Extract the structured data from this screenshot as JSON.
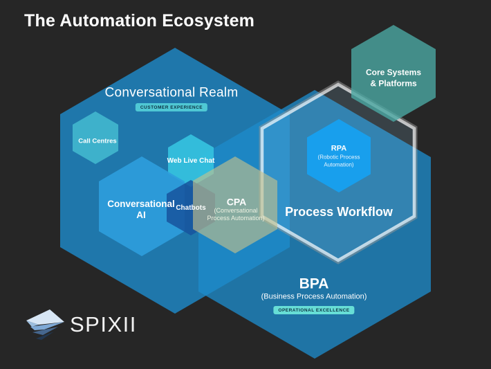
{
  "title": "The Automation Ecosystem",
  "logo": {
    "text": "SPIXII"
  },
  "colors": {
    "background": "#262626",
    "realm_blue": "#1e8ac9",
    "bpa_blue": "#1e8ac9",
    "workflow_fill": "#9ed4f5",
    "workflow_border": "#ffffff",
    "workflow_border_outer": "#9a9a9a",
    "rpa_blue": "#17a0f0",
    "core_teal": "#4ba7a3",
    "call_centres_teal": "#41b6cd",
    "web_live_chat_cyan": "#35c3e0",
    "conversational_ai_blue": "#2d9ddd",
    "chatbots_blue": "#17549e",
    "cpa_olive": "#c6c28a",
    "badge_customer_bg": "#4fc8d4",
    "badge_operational_bg": "#67ded6",
    "badge_text": "#0d3142"
  },
  "nodes": {
    "conversational_realm": {
      "label": "Conversational Realm",
      "badge": "CUSTOMER EXPERIENCE"
    },
    "call_centres": {
      "label": "Call Centres"
    },
    "web_live_chat": {
      "label": "Web Live Chat"
    },
    "conversational_ai": {
      "line1": "Conversational",
      "line2": "AI"
    },
    "chatbots": {
      "label": "Chatbots"
    },
    "cpa": {
      "title": "CPA",
      "sub1": "(Conversational",
      "sub2": "Process Automation)"
    },
    "rpa": {
      "title": "RPA",
      "sub1": "(Robotic Process",
      "sub2": "Automation)"
    },
    "process_workflow": {
      "label": "Process Workflow"
    },
    "core_systems": {
      "line1": "Core Systems",
      "line2": "& Platforms"
    },
    "bpa": {
      "title": "BPA",
      "sub": "(Business Process Automation)",
      "badge": "OPERATIONAL EXCELLENCE"
    }
  }
}
